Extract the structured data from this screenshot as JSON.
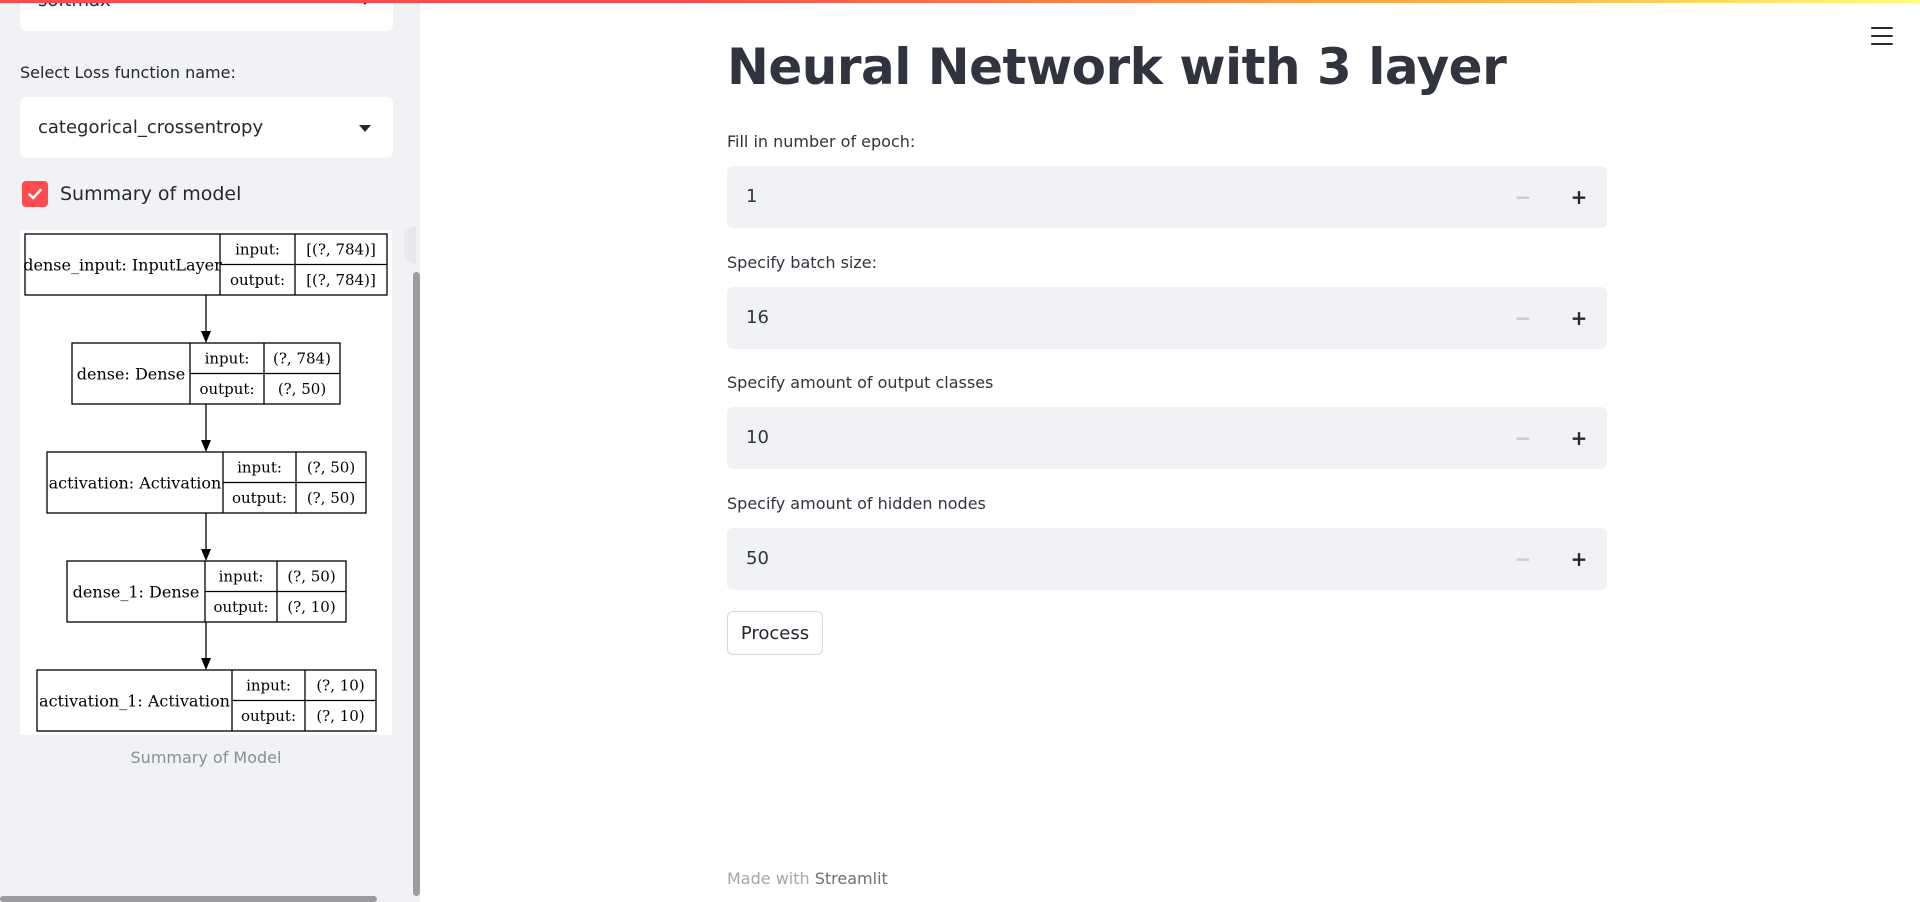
{
  "sidebar": {
    "activation_select_value": "softmax",
    "loss_label": "Select Loss function name:",
    "loss_select_value": "categorical_crossentropy",
    "summary_checkbox_label": "Summary of model",
    "summary_checkbox_checked": true,
    "caption": "Summary of Model",
    "model_layers": [
      {
        "name": "dense_input: InputLayer",
        "input": "[(?, 784)]",
        "output": "[(?, 784)]"
      },
      {
        "name": "dense: Dense",
        "input": "(?, 784)",
        "output": "(?, 50)"
      },
      {
        "name": "activation: Activation",
        "input": "(?, 50)",
        "output": "(?, 50)"
      },
      {
        "name": "dense_1: Dense",
        "input": "(?, 50)",
        "output": "(?, 10)"
      },
      {
        "name": "activation_1: Activation",
        "input": "(?, 10)",
        "output": "(?, 10)"
      }
    ],
    "port_labels": {
      "input": "input:",
      "output": "output:"
    }
  },
  "main": {
    "title": "Neural Network with 3 layer",
    "fields": [
      {
        "label": "Fill in number of epoch:",
        "value": "1"
      },
      {
        "label": "Specify batch size:",
        "value": "16"
      },
      {
        "label": "Specify amount of output classes",
        "value": "10"
      },
      {
        "label": "Specify amount of hidden nodes",
        "value": "50"
      }
    ],
    "stepper": {
      "minus": "−",
      "plus": "+"
    },
    "process_label": "Process"
  },
  "footer": {
    "prefix": "Made with ",
    "brand": "Streamlit"
  },
  "colors": {
    "accent": "#ff4b4b",
    "sidebar_bg": "#f0f2f6",
    "input_bg": "#f0f2f6",
    "text": "#31333f"
  }
}
